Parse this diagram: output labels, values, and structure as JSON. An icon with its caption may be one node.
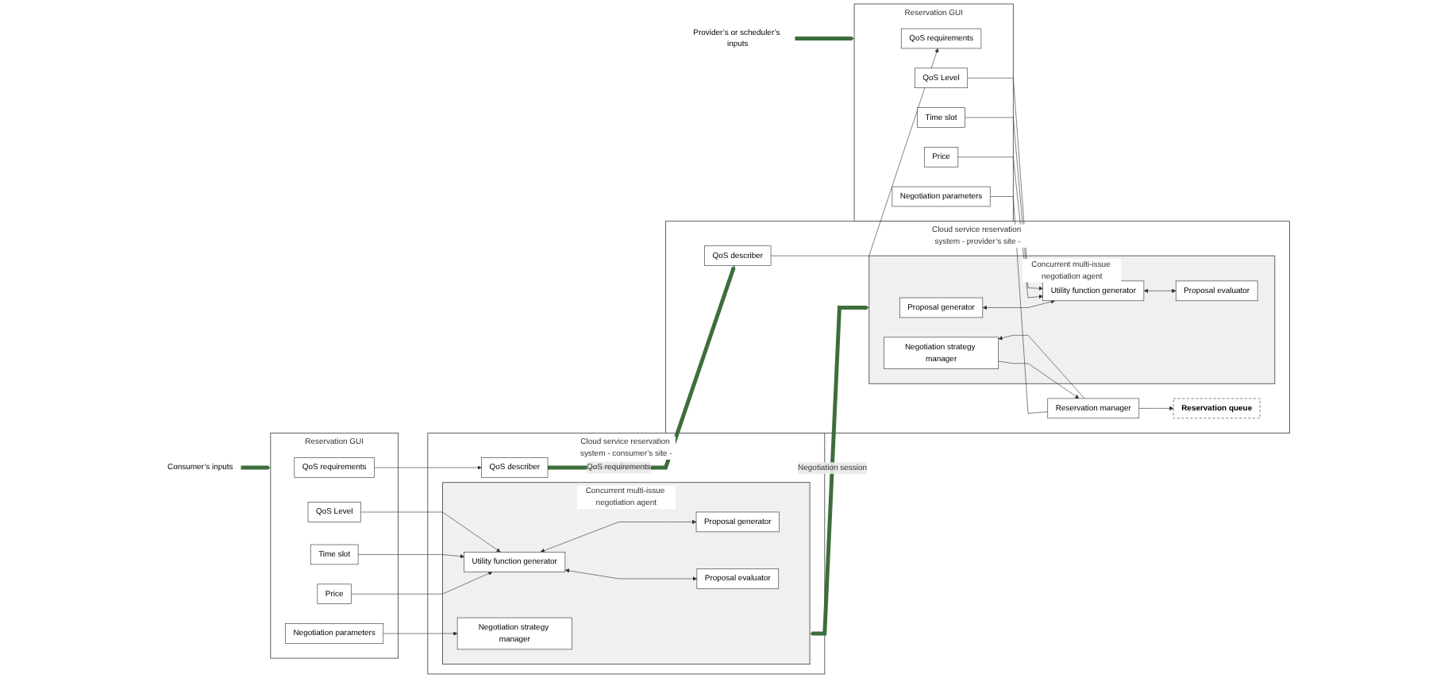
{
  "diagram": {
    "nodes": [
      {
        "text": [
          "Reservation GUI"
        ]
      },
      {
        "text": [
          "QoS requirements"
        ],
        "in": 0
      },
      {
        "text": [
          "Price"
        ],
        "in": 0
      },
      {
        "text": [
          "Time slot"
        ],
        "in": 0
      },
      {
        "text": [
          "QoS Level"
        ],
        "in": 0
      },
      {
        "text": [
          "Negotiation parameters"
        ],
        "in": 0
      },
      {
        "text": [
          "Cloud service reservation system - consumer’s site -"
        ]
      },
      {
        "text": [
          "QoS describer"
        ],
        "in": 6
      },
      {
        "text": [
          "Concurrent multi-issue negotiation agent"
        ],
        "in": 6
      },
      {
        "text": [
          "Utility function generator"
        ],
        "in": 8
      },
      {
        "text": [
          "Proposal generator"
        ],
        "in": 8
      },
      {
        "text": [
          "Negotiation strategy manager"
        ],
        "in": 8
      },
      {
        "text": [
          "Proposal evaluator"
        ],
        "in": 8
      },
      {
        "text": [
          "Cloud service reservation system - provider’s site -"
        ]
      },
      {
        "text": [
          "QoS describer"
        ],
        "in": 13
      },
      {
        "text": [
          "Concurrent multi-issue negotiation agent"
        ],
        "in": 13
      },
      {
        "text": [
          "Proposal generator"
        ],
        "in": 15
      },
      {
        "text": [
          "Utility function generator"
        ],
        "in": 15
      },
      {
        "text": [
          "Proposal evaluator"
        ],
        "in": 15
      },
      {
        "text": [
          "Negotiation strategy manager"
        ],
        "in": 15
      },
      {
        "text": [
          "Reservation manager"
        ],
        "in": 13
      },
      {
        "text": [
          "Reservation queue"
        ],
        "in": 13
      },
      {
        "text": [
          "Reservation GUI"
        ]
      },
      {
        "text": [
          "QoS requirements"
        ],
        "in": 22
      },
      {
        "text": [
          "Price"
        ],
        "in": 22
      },
      {
        "text": [
          "Time slot"
        ],
        "in": 22
      },
      {
        "text": [
          "QoS Level"
        ],
        "in": 22
      },
      {
        "text": [
          "Negotiation parameters"
        ],
        "in": 22
      },
      {
        "text": [
          "Consumer’s inputs"
        ]
      },
      {
        "text": [
          "Provider’s or scheduler’s inputs"
        ]
      }
    ],
    "edges": [
      {
        "from": 28,
        "to": 0,
        "arrow": "to",
        "style": "thick",
        "color": "#3c6e3c"
      },
      {
        "from": 1,
        "to": 7,
        "arrow": "to"
      },
      {
        "from": 2,
        "to": 9,
        "arrow": "to"
      },
      {
        "from": 3,
        "to": 9,
        "arrow": "to"
      },
      {
        "from": 4,
        "to": 9,
        "arrow": "to"
      },
      {
        "from": 5,
        "to": 11,
        "arrow": "to"
      },
      {
        "from": 9,
        "to": 10,
        "arrow": "both"
      },
      {
        "from": 9,
        "to": 12,
        "arrow": "both"
      },
      {
        "from": 7,
        "to": 14,
        "arrow": "to",
        "label": "QoS requirements",
        "style": "thick",
        "color": "#3c6e3c"
      },
      {
        "from": 8,
        "to": 15,
        "arrow": "both",
        "label": "Negotiation session",
        "style": "thick",
        "color": "#3c6e3c"
      },
      {
        "from": 14,
        "to": 23,
        "arrow": "to"
      },
      {
        "from": 16,
        "to": 17,
        "arrow": "both"
      },
      {
        "from": 17,
        "to": 18,
        "arrow": "both"
      },
      {
        "from": 24,
        "to": 17,
        "arrow": "to"
      },
      {
        "from": 25,
        "to": 17,
        "arrow": "to"
      },
      {
        "from": 26,
        "to": 17,
        "arrow": "to"
      },
      {
        "from": 20,
        "to": 19,
        "arrow": "to"
      },
      {
        "from": 19,
        "to": 20,
        "arrow": "to"
      },
      {
        "from": 20,
        "to": 21,
        "arrow": "to"
      },
      {
        "from": 27,
        "to": 20,
        "arrow": "none"
      },
      {
        "from": 29,
        "to": 22,
        "arrow": "to",
        "style": "thick",
        "color": "#3c6e3c"
      }
    ]
  }
}
